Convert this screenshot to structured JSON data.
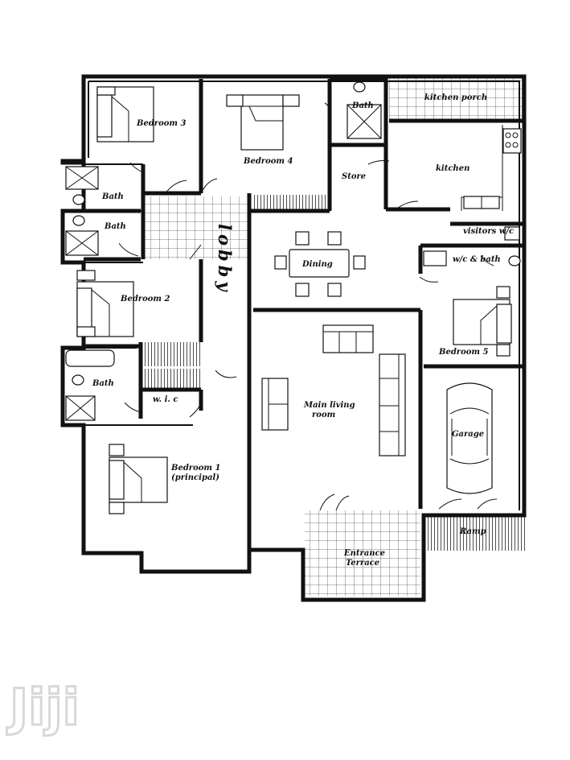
{
  "rooms": {
    "bedroom3": "Bedroom 3",
    "bedroom4": "Bedroom 4",
    "bath_top": "Bath",
    "kitchen_porch": "kitchen porch",
    "store": "Store",
    "kitchen": "kitchen",
    "bath_left1": "Bath",
    "bath_left2": "Bath",
    "visitors_wc": "visitors w/c",
    "dining": "Dining",
    "wc_bath": "w/c & bath",
    "bedroom2": "Bedroom 2",
    "lobby": "lobby",
    "bedroom5": "Bedroom 5",
    "bath_left3": "Bath",
    "wic": "w. i. c",
    "main_living_line1": "Main living",
    "main_living_line2": "room",
    "garage": "Garage",
    "bedroom1_line1": "Bedroom 1",
    "bedroom1_line2": "(principal)",
    "ramp": "Ramp",
    "entrance_line1": "Entrance",
    "entrance_line2": "Terrace"
  },
  "watermark": "Jiji",
  "colors": {
    "ink": "#111111",
    "watermark": "#d8d8d8",
    "background": "#ffffff"
  }
}
